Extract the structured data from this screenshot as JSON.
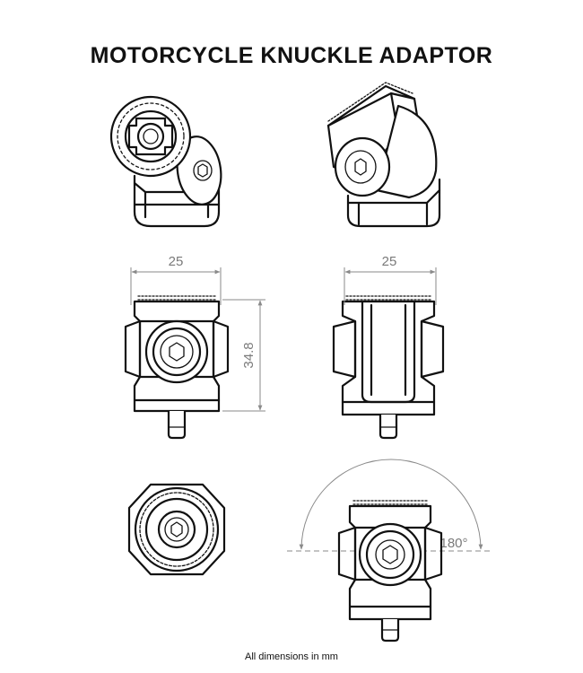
{
  "title": "MOTORCYCLE KNUCKLE ADAPTOR",
  "dimensions": {
    "front_width": "25",
    "side_width": "25",
    "height": "34.8",
    "rotation": "180°"
  },
  "footnote": "All dimensions in mm"
}
